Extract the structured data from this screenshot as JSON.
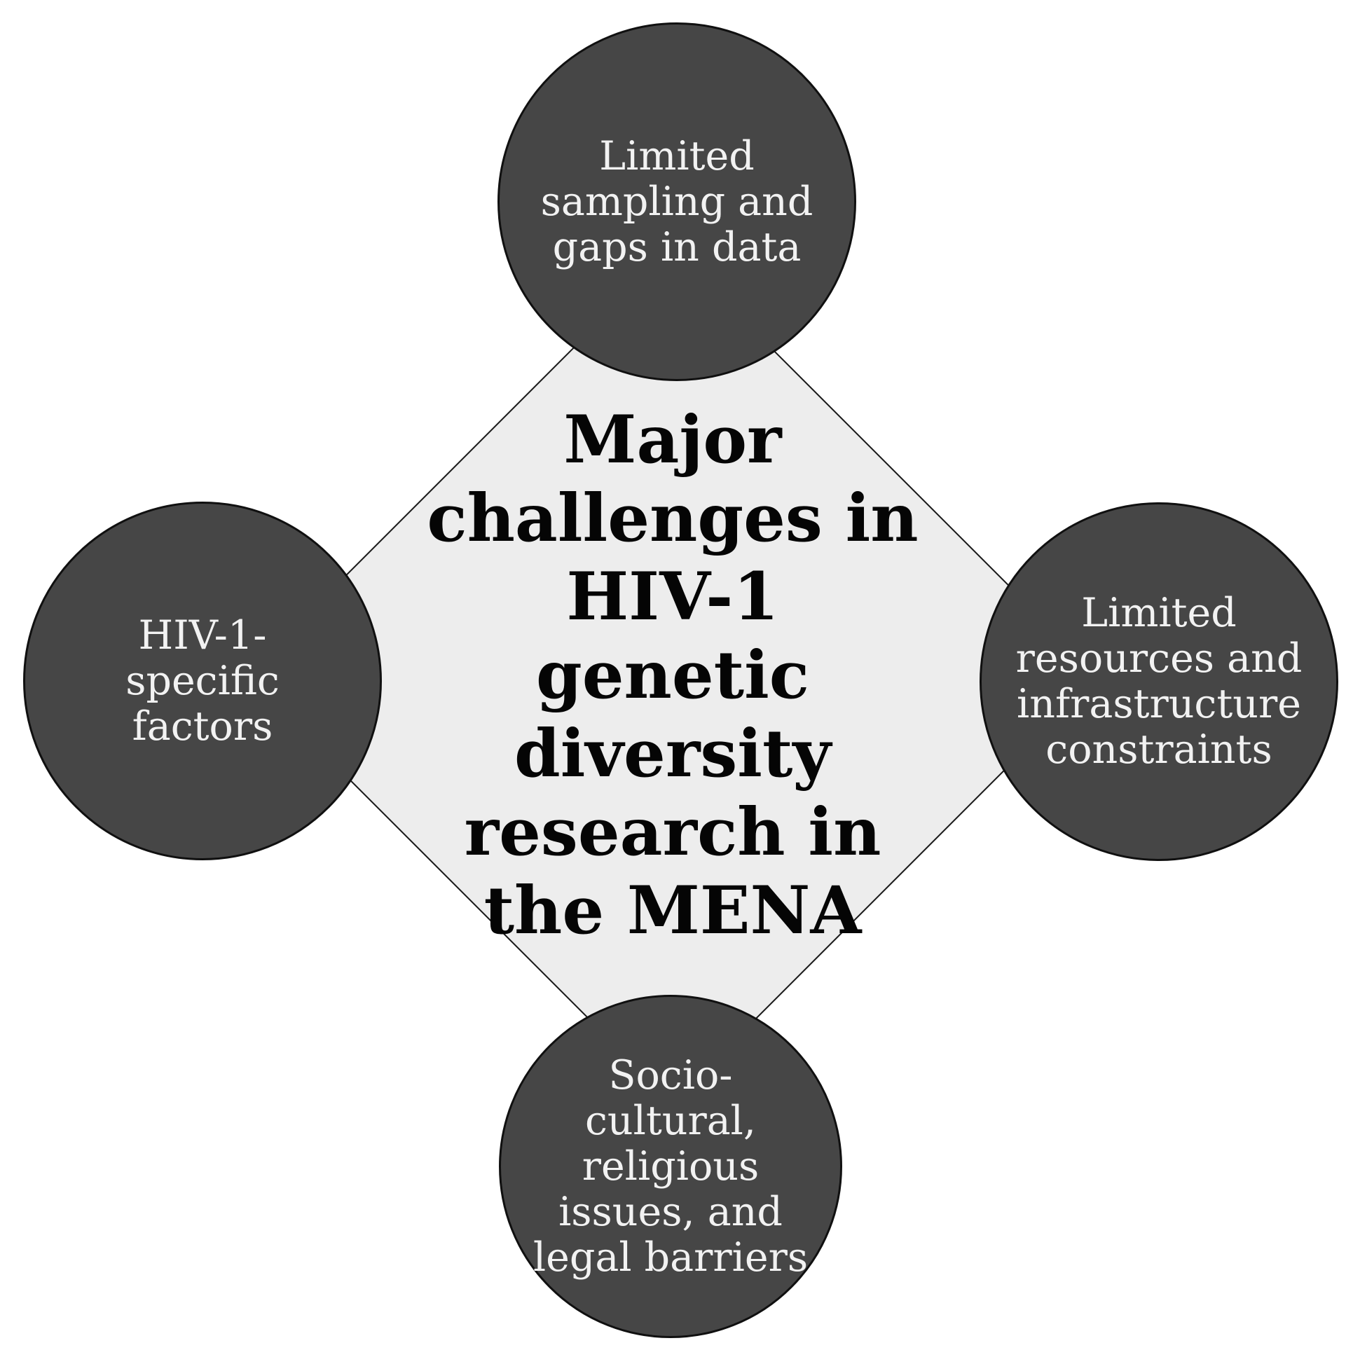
{
  "figure": {
    "center": {
      "lines": [
        "Major",
        "challenges in",
        "HIV-1",
        "genetic",
        "diversity",
        "research in",
        "the MENA"
      ]
    },
    "nodes": {
      "top": {
        "lines": [
          "Limited",
          "sampling and",
          "gaps in data"
        ]
      },
      "right": {
        "lines": [
          "Limited",
          "resources and",
          "infrastructure",
          "constraints"
        ]
      },
      "bottom": {
        "lines": [
          "Socio-",
          "cultural,",
          "religious",
          "issues, and",
          "legal barriers"
        ]
      },
      "left": {
        "lines": [
          "HIV-1-",
          "specific",
          "factors"
        ]
      }
    },
    "colors": {
      "background": "#ffffff",
      "node_fill": "#464646",
      "node_stroke": "#101010",
      "node_text": "#f2f2f2",
      "diamond_fill": "#ededed",
      "diamond_stroke": "#1a1a1a",
      "center_text": "#050505"
    }
  }
}
